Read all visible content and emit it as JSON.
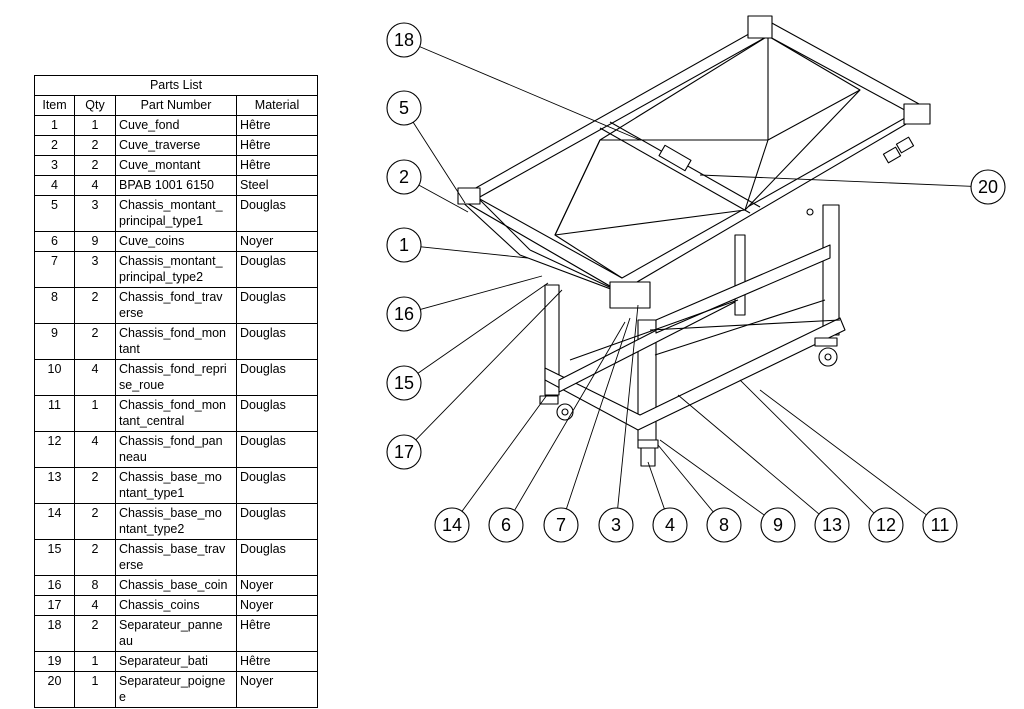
{
  "parts_list": {
    "title": "Parts List",
    "headers": [
      "Item",
      "Qty",
      "Part Number",
      "Material"
    ],
    "rows": [
      {
        "item": "1",
        "qty": "1",
        "part": "Cuve_fond",
        "material": "Hêtre"
      },
      {
        "item": "2",
        "qty": "2",
        "part": "Cuve_traverse",
        "material": "Hêtre"
      },
      {
        "item": "3",
        "qty": "2",
        "part": "Cuve_montant",
        "material": "Hêtre"
      },
      {
        "item": "4",
        "qty": "4",
        "part": "BPAB 1001 6150",
        "material": "Steel"
      },
      {
        "item": "5",
        "qty": "3",
        "part": "Chassis_montant_\nprincipal_type1",
        "material": "Douglas"
      },
      {
        "item": "6",
        "qty": "9",
        "part": "Cuve_coins",
        "material": "Noyer"
      },
      {
        "item": "7",
        "qty": "3",
        "part": "Chassis_montant_\nprincipal_type2",
        "material": "Douglas"
      },
      {
        "item": "8",
        "qty": "2",
        "part": "Chassis_fond_trav\nerse",
        "material": "Douglas"
      },
      {
        "item": "9",
        "qty": "2",
        "part": "Chassis_fond_mon\ntant",
        "material": "Douglas"
      },
      {
        "item": "10",
        "qty": "4",
        "part": "Chassis_fond_repri\nse_roue",
        "material": "Douglas"
      },
      {
        "item": "11",
        "qty": "1",
        "part": "Chassis_fond_mon\ntant_central",
        "material": "Douglas"
      },
      {
        "item": "12",
        "qty": "4",
        "part": "Chassis_fond_pan\nneau",
        "material": "Douglas"
      },
      {
        "item": "13",
        "qty": "2",
        "part": "Chassis_base_mo\nntant_type1",
        "material": "Douglas"
      },
      {
        "item": "14",
        "qty": "2",
        "part": "Chassis_base_mo\nntant_type2",
        "material": "Douglas"
      },
      {
        "item": "15",
        "qty": "2",
        "part": "Chassis_base_trav\nerse",
        "material": "Douglas"
      },
      {
        "item": "16",
        "qty": "8",
        "part": "Chassis_base_coin",
        "material": "Noyer"
      },
      {
        "item": "17",
        "qty": "4",
        "part": "Chassis_coins",
        "material": "Noyer"
      },
      {
        "item": "18",
        "qty": "2",
        "part": "Separateur_panne\nau",
        "material": "Hêtre"
      },
      {
        "item": "19",
        "qty": "1",
        "part": "Separateur_bati",
        "material": "Hêtre"
      },
      {
        "item": "20",
        "qty": "1",
        "part": "Separateur_poigne\ne",
        "material": "Noyer"
      }
    ]
  },
  "balloons": [
    {
      "label": "18"
    },
    {
      "label": "5"
    },
    {
      "label": "2"
    },
    {
      "label": "1"
    },
    {
      "label": "16"
    },
    {
      "label": "15"
    },
    {
      "label": "17"
    },
    {
      "label": "20"
    },
    {
      "label": "14"
    },
    {
      "label": "6"
    },
    {
      "label": "7"
    },
    {
      "label": "3"
    },
    {
      "label": "4"
    },
    {
      "label": "8"
    },
    {
      "label": "9"
    },
    {
      "label": "13"
    },
    {
      "label": "12"
    },
    {
      "label": "11"
    }
  ]
}
